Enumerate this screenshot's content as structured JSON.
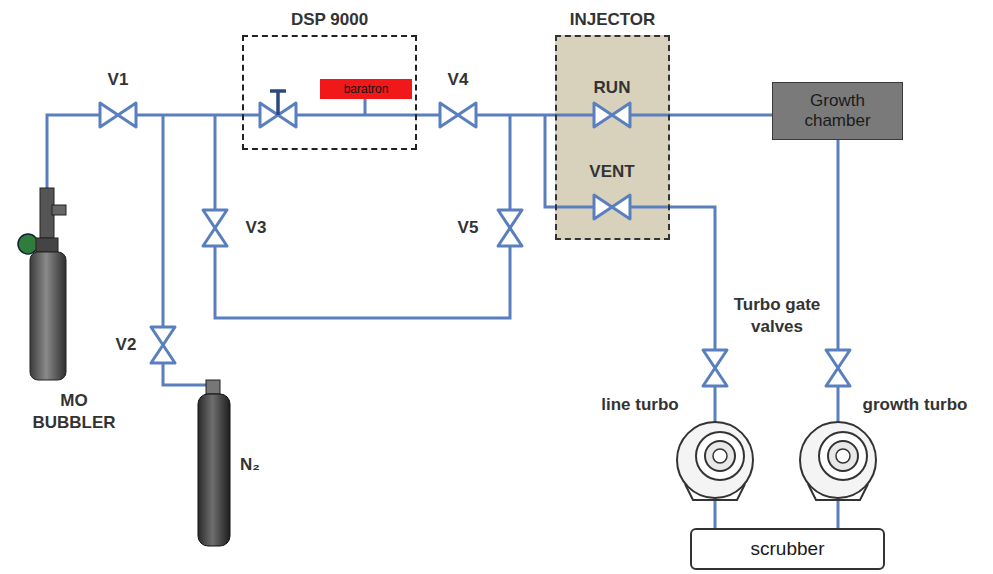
{
  "diagram": {
    "nodes": [
      {
        "text": [
          "DSP 9000"
        ]
      },
      {
        "text": [
          "baratron"
        ],
        "in": 0
      },
      {
        "text": [
          "INJECTOR"
        ]
      },
      {
        "text": [
          "Growth chamber"
        ]
      },
      {
        "text": [
          "scrubber"
        ]
      }
    ],
    "edges": [
      {
        "from": 0,
        "to": 2,
        "arrow": "none"
      },
      {
        "from": 2,
        "to": 3,
        "arrow": "none"
      },
      {
        "from": 3,
        "to": 4,
        "arrow": "none"
      },
      {
        "from": 2,
        "to": 4,
        "arrow": "none"
      }
    ],
    "labels": [
      "V1",
      "V4",
      "RUN",
      "VENT",
      "V3",
      "V5",
      "V2",
      "MO BUBBLER",
      "N₂",
      "Turbo gate valves",
      "line turbo",
      "growth turbo"
    ]
  }
}
